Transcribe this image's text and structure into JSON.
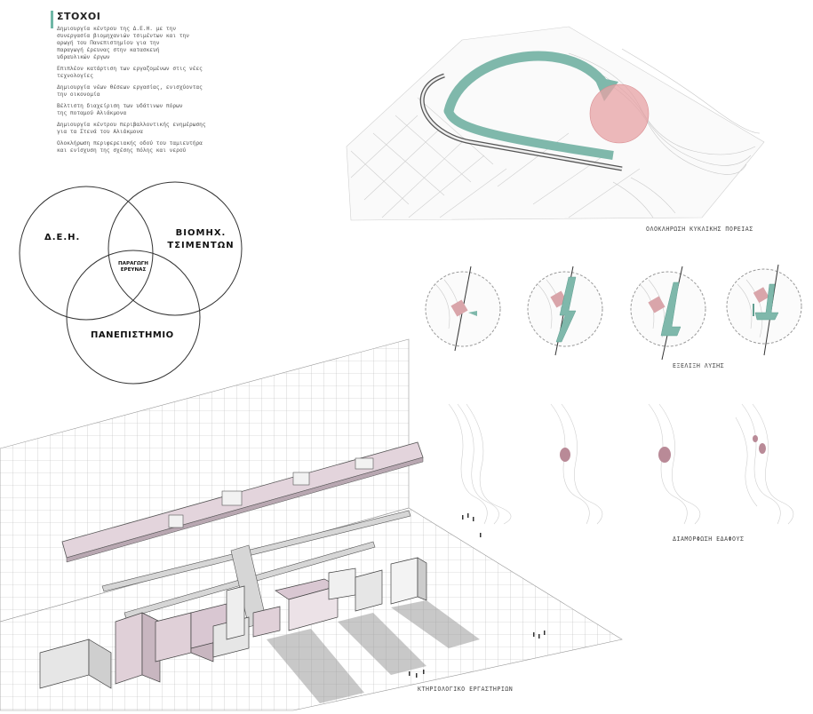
{
  "goals": {
    "title": "ΣΤΟΧΟΙ",
    "items": [
      "Δημιουργία κέντρου της Δ.Ε.Η. με την\nσυνεργασία βιομηχανιών τσιμέντων και την\nαρωγή του Πανεπιστημίου  για την\nπαραγωγή έρευνας στην κατασκευή\nυδραυλικών έργων",
      "Επιπλέον κατάρτιση των εργαζομένων στις νέες\nτεχνολογίες",
      "Δημιουργία νέων θέσεων εργασίας, ενισχύοντας\nτην οικονομία",
      "Βέλτιστη διαχείριση των υδάτινων πόρων\nτης ποταμού Αλιάκμονα",
      "Δημιουργία κέντρου περιβαλλοντικής ενημέρωσης\nγια τα Στενά του Αλιάκμονα",
      "Ολοκλήρωση περιφερειακής οδού του ταμιευτήρα\nκαι ενίσχυση της σχέσης πόλης και νερού"
    ]
  },
  "venn": {
    "set_a": "Δ.Ε.Η.",
    "set_b_line1": "ΒΙΟΜΗΧ.",
    "set_b_line2": "ΤΣΙΜΕΝΤΩΝ",
    "set_c": "ΠΑΝΕΠΙΣΤΗΜΙΟ",
    "intersection_line1": "ΠΑΡΑΓΩΓΗ",
    "intersection_line2": "ΕΡΕΥΝΑΣ"
  },
  "captions": {
    "loop": "ΟΛΟΚΛΗΡΩΣΗ ΚΥΚΛΙΚΗΣ ΠΟΡΕΙΑΣ",
    "final_solution": "ΕΞΕΛΙΞΗ ΛΥΣΗΣ",
    "terrain": "ΔΙΑΜΟΡΦΩΣΗ ΕΔΑΦΟΥΣ",
    "program": "ΚΤΗΡΙΟΛΟΓΙΚΟ ΕΡΓΑΣΤΗΡΙΩΝ"
  },
  "colors": {
    "accent_teal": "#7fb8ab",
    "accent_pink": "#e7a2a4",
    "building_mauve": "#d9c7d2",
    "line": "#444444"
  }
}
